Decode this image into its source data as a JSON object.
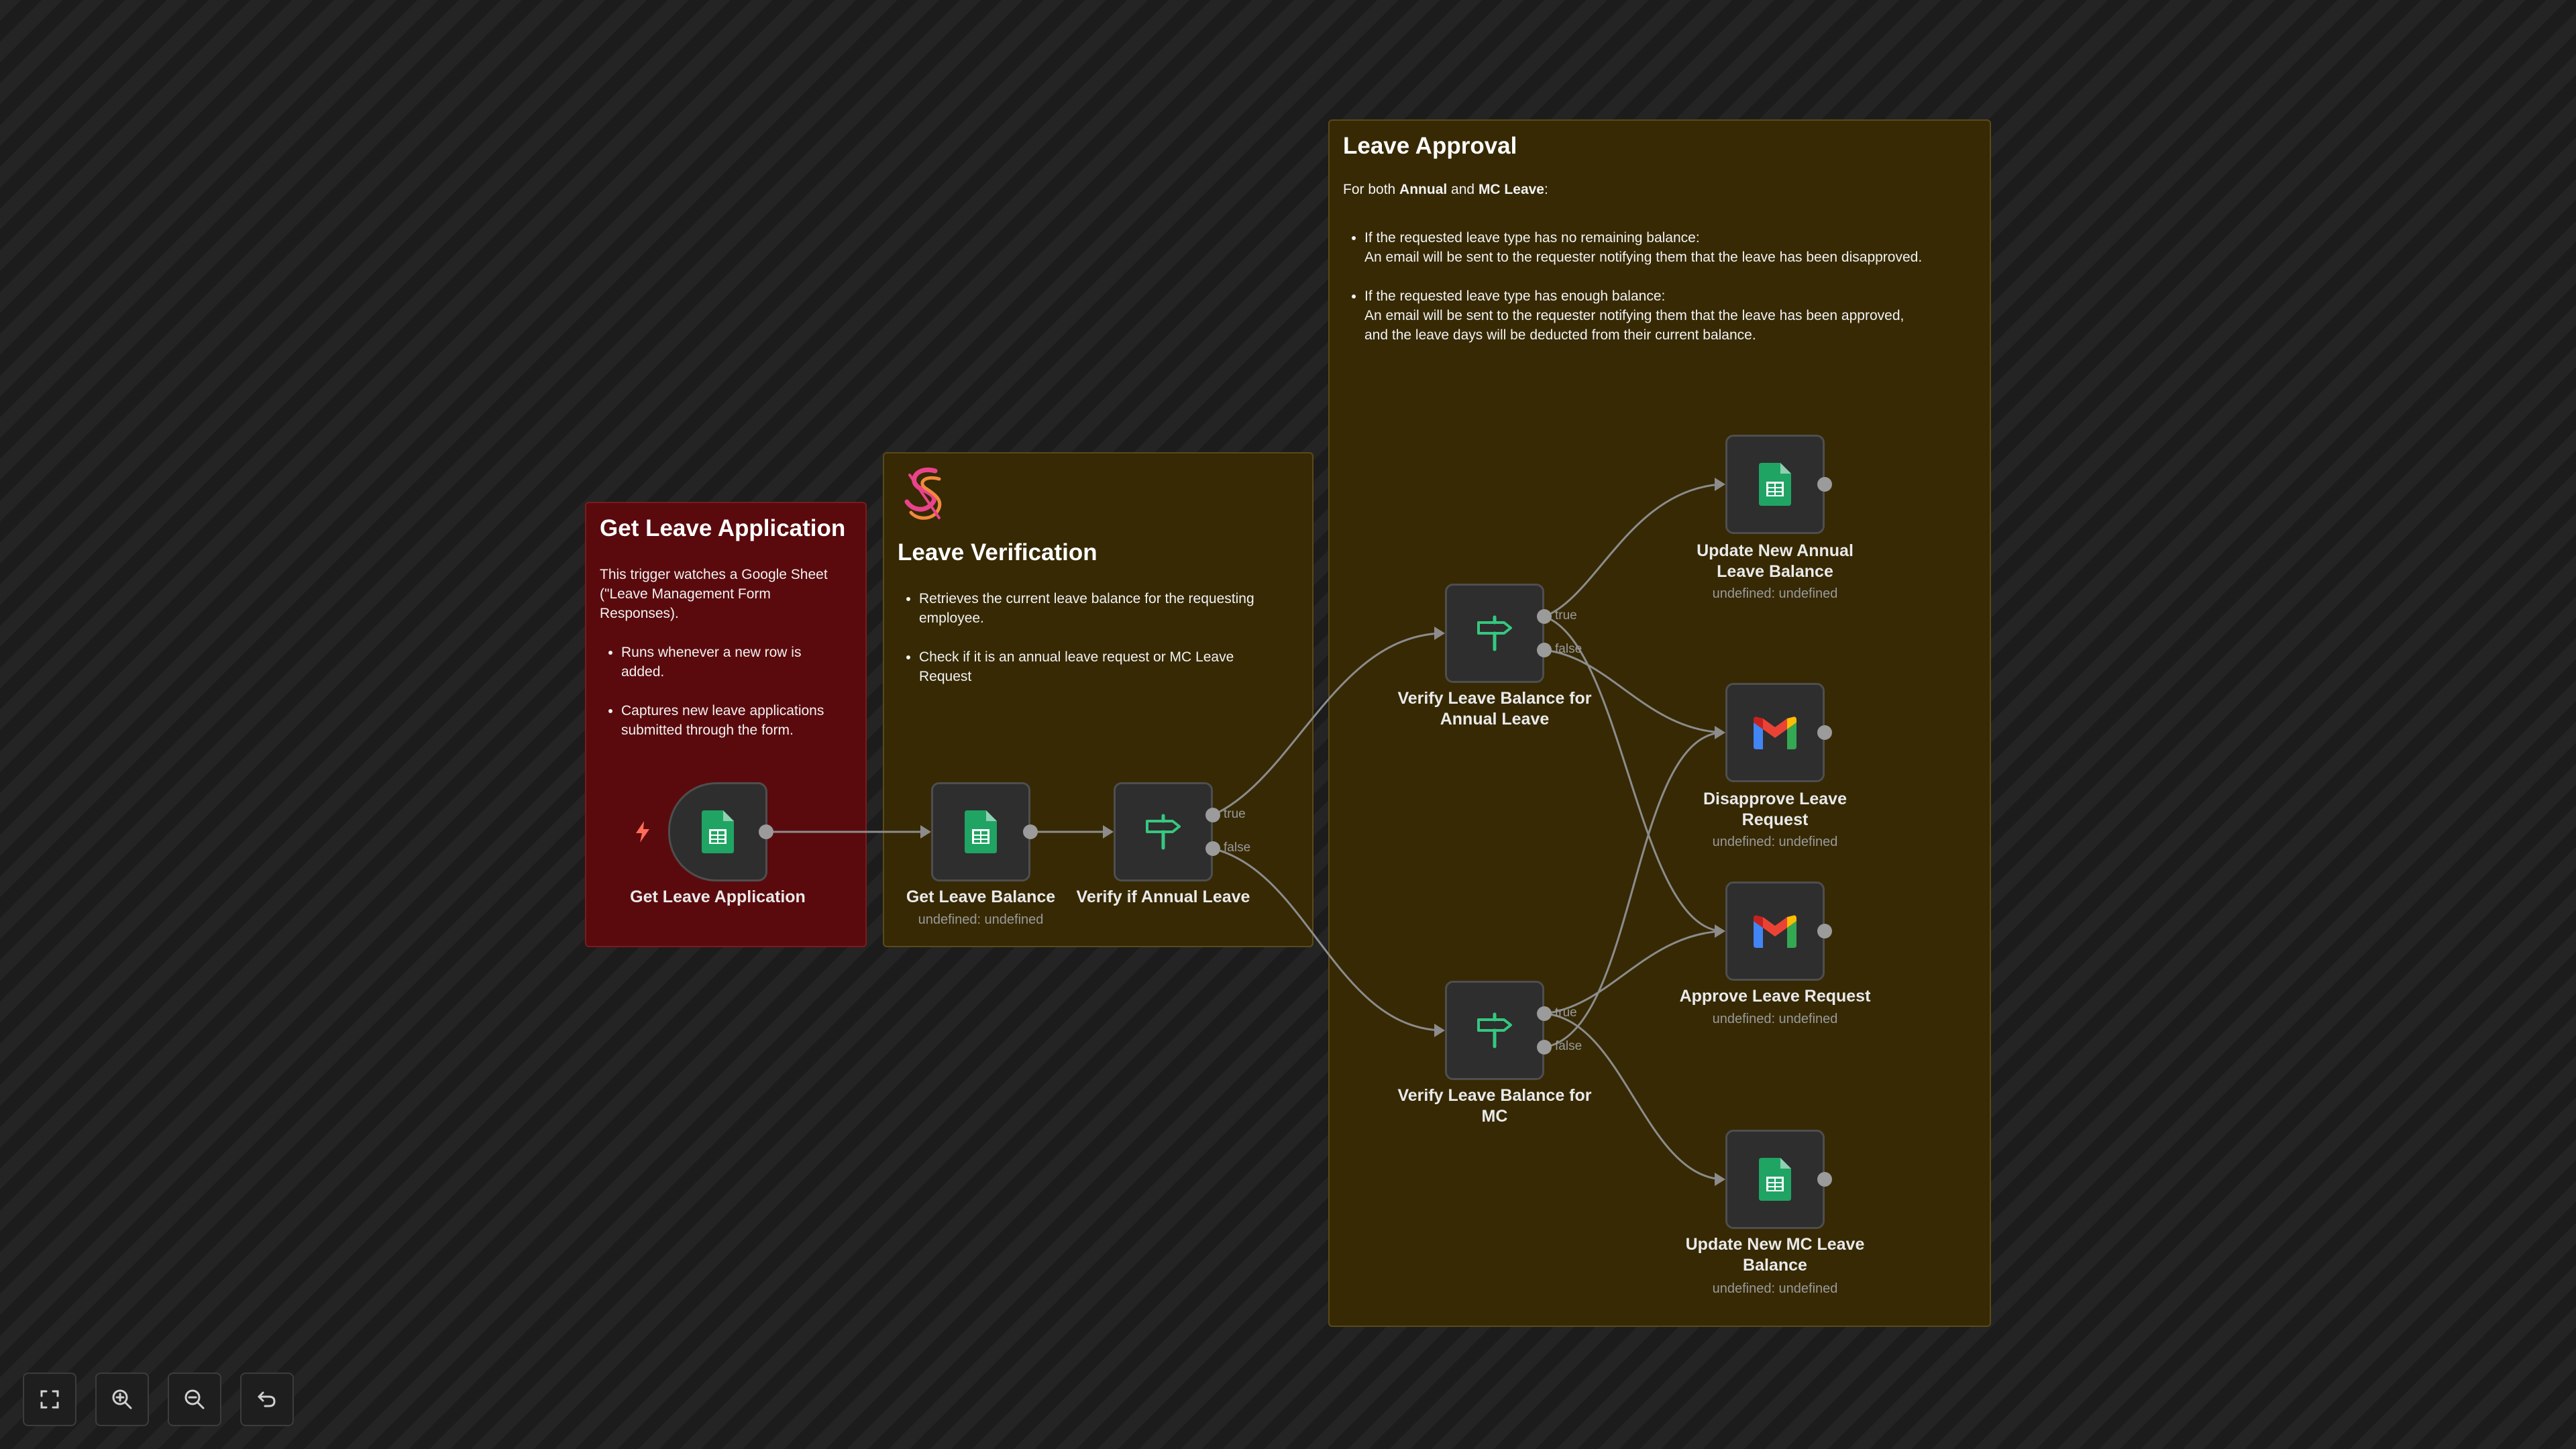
{
  "sticky_get": {
    "title": "Get Leave Application",
    "desc_line1": "This trigger watches a Google Sheet",
    "desc_line2": "(\"Leave Management Form",
    "desc_line3": "Responses).",
    "bullet1_line1": "Runs whenever a new row is",
    "bullet1_line2": "added.",
    "bullet2_line1": "Captures new leave applications",
    "bullet2_line2": "submitted through the form."
  },
  "sticky_verify": {
    "title": "Leave Verification",
    "bullet1_line1": "Retrieves the current leave balance for the requesting",
    "bullet1_line2": "employee.",
    "bullet2_line1": "Check if it is an annual leave request or MC Leave",
    "bullet2_line2": "Request"
  },
  "sticky_approval": {
    "title": "Leave Approval",
    "intro_prefix": "For both ",
    "intro_annual": "Annual",
    "intro_and": " and ",
    "intro_mc": "MC Leave",
    "intro_suffix": ":",
    "bullet1_line1": "If the requested leave type has no remaining balance:",
    "bullet1_line2": "An email will be sent to the requester notifying them that the leave has been disapproved.",
    "bullet2_line1": "If the requested leave type has enough balance:",
    "bullet2_line2": "An email will be sent to the requester notifying them that the leave has been approved,",
    "bullet2_line3": "and the leave days will be deducted from their current balance."
  },
  "nodes": {
    "get_leave_application": {
      "label": "Get Leave Application",
      "icon": "google-sheets-icon"
    },
    "get_leave_balance": {
      "label": "Get Leave Balance",
      "sub": "undefined: undefined",
      "icon": "google-sheets-icon"
    },
    "verify_annual": {
      "label": "Verify if Annual Leave",
      "icon": "if-signpost-icon",
      "true_label": "true",
      "false_label": "false"
    },
    "verify_balance_annual": {
      "label_line1": "Verify Leave Balance for",
      "label_line2": "Annual Leave",
      "icon": "if-signpost-icon",
      "true_label": "true",
      "false_label": "false"
    },
    "verify_balance_mc": {
      "label_line1": "Verify Leave Balance for",
      "label_line2": "MC",
      "icon": "if-signpost-icon",
      "true_label": "true",
      "false_label": "false"
    },
    "update_annual": {
      "label_line1": "Update New Annual",
      "label_line2": "Leave Balance",
      "sub": "undefined: undefined",
      "icon": "google-sheets-icon"
    },
    "disapprove": {
      "label_line1": "Disapprove Leave",
      "label_line2": "Request",
      "sub": "undefined: undefined",
      "icon": "gmail-icon"
    },
    "approve": {
      "label": "Approve Leave Request",
      "sub": "undefined: undefined",
      "icon": "gmail-icon"
    },
    "update_mc": {
      "label_line1": "Update New MC Leave",
      "label_line2": "Balance",
      "sub": "undefined: undefined",
      "icon": "google-sheets-icon"
    }
  },
  "toolbar": {
    "fit": "fit-view-icon",
    "zoom_in": "zoom-in-icon",
    "zoom_out": "zoom-out-icon",
    "undo": "undo-icon"
  },
  "colors": {
    "sticky_red": "#5a0a0d",
    "sticky_olive": "#362904",
    "sheets_green": "#20a464",
    "if_green": "#35c880",
    "trigger_orange": "#ff6d5a",
    "connection": "#8c8c8c"
  }
}
